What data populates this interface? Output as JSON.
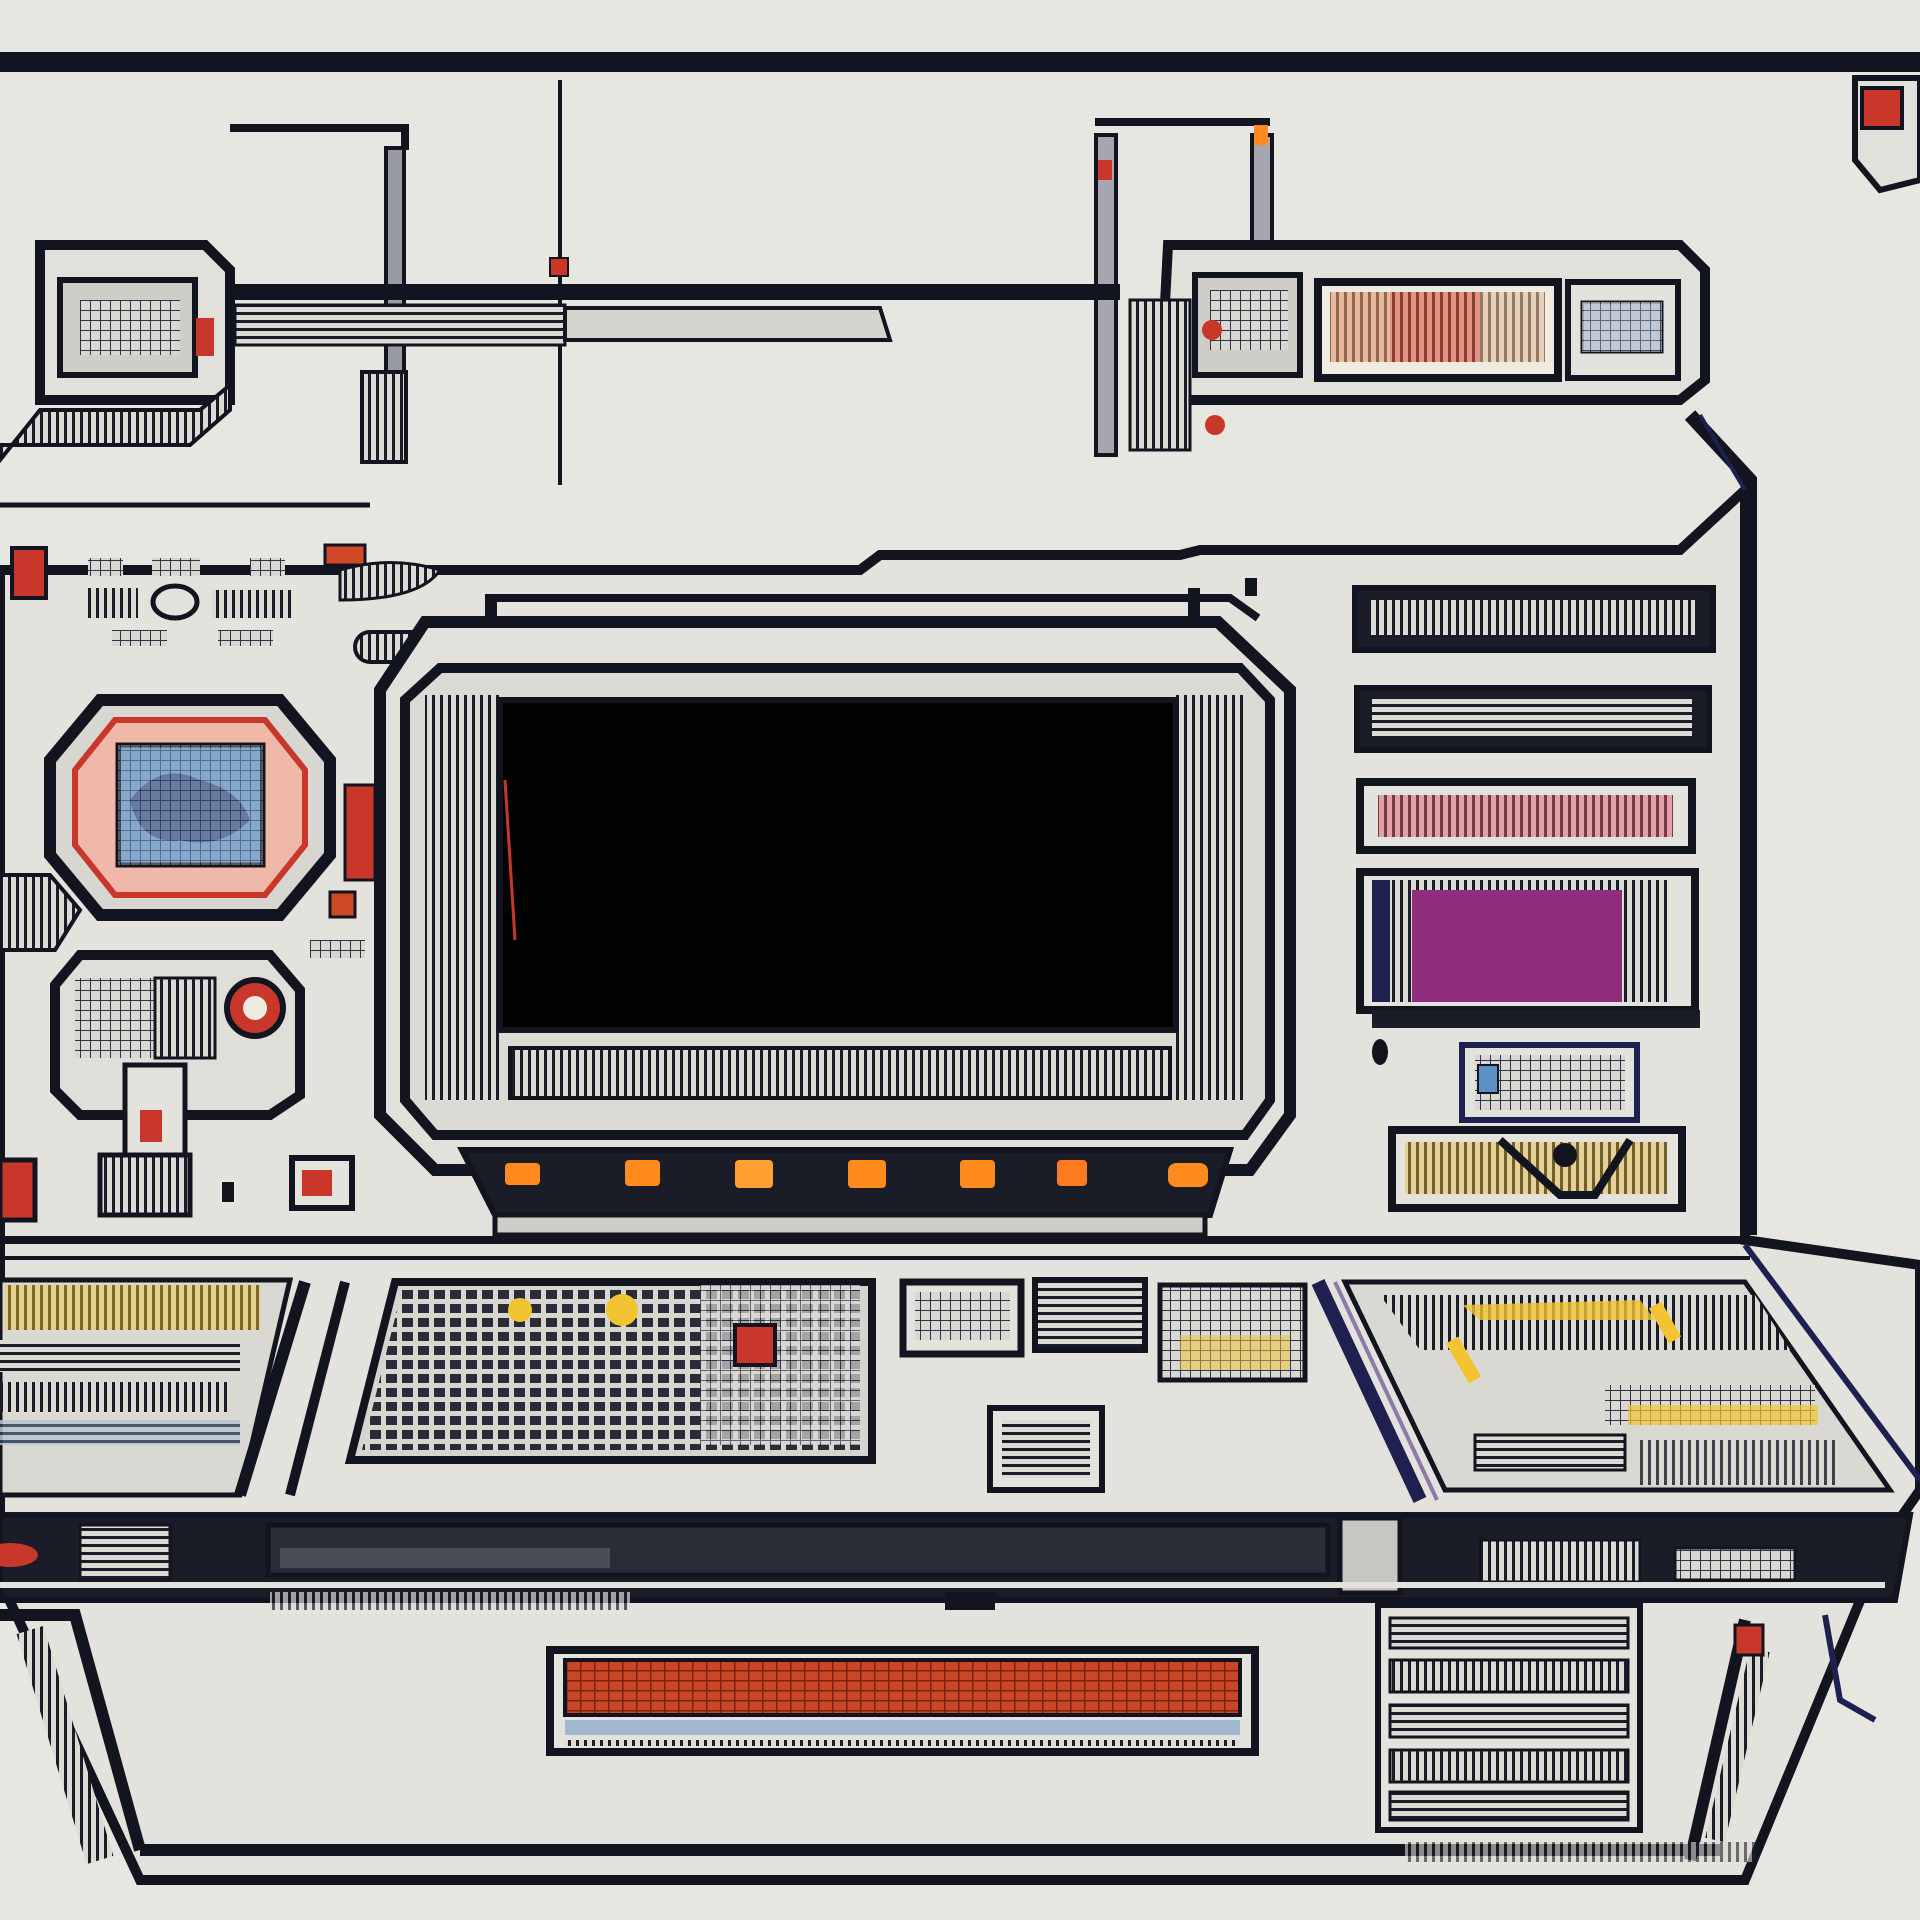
{
  "palette": {
    "paper": "#e8e6e1",
    "panel": "#e4e2dc",
    "ink": "#121420",
    "navy": "#1e2150",
    "screen": "#020203",
    "amber": "#ff8a1e",
    "red": "#c9362a",
    "magenta": "#8e2d7c",
    "blue": "#5d8fc4",
    "yellow": "#f2c431",
    "rust": "#d04828"
  },
  "indicator_lamps": [
    {
      "name": "lamp-1"
    },
    {
      "name": "lamp-2"
    },
    {
      "name": "lamp-3"
    },
    {
      "name": "lamp-4"
    },
    {
      "name": "lamp-5"
    },
    {
      "name": "lamp-6"
    },
    {
      "name": "lamp-7"
    }
  ],
  "icons": [
    "octagonal-gauge-icon",
    "round-dial-icon",
    "keyboard-icon",
    "vent-grille-icon"
  ]
}
